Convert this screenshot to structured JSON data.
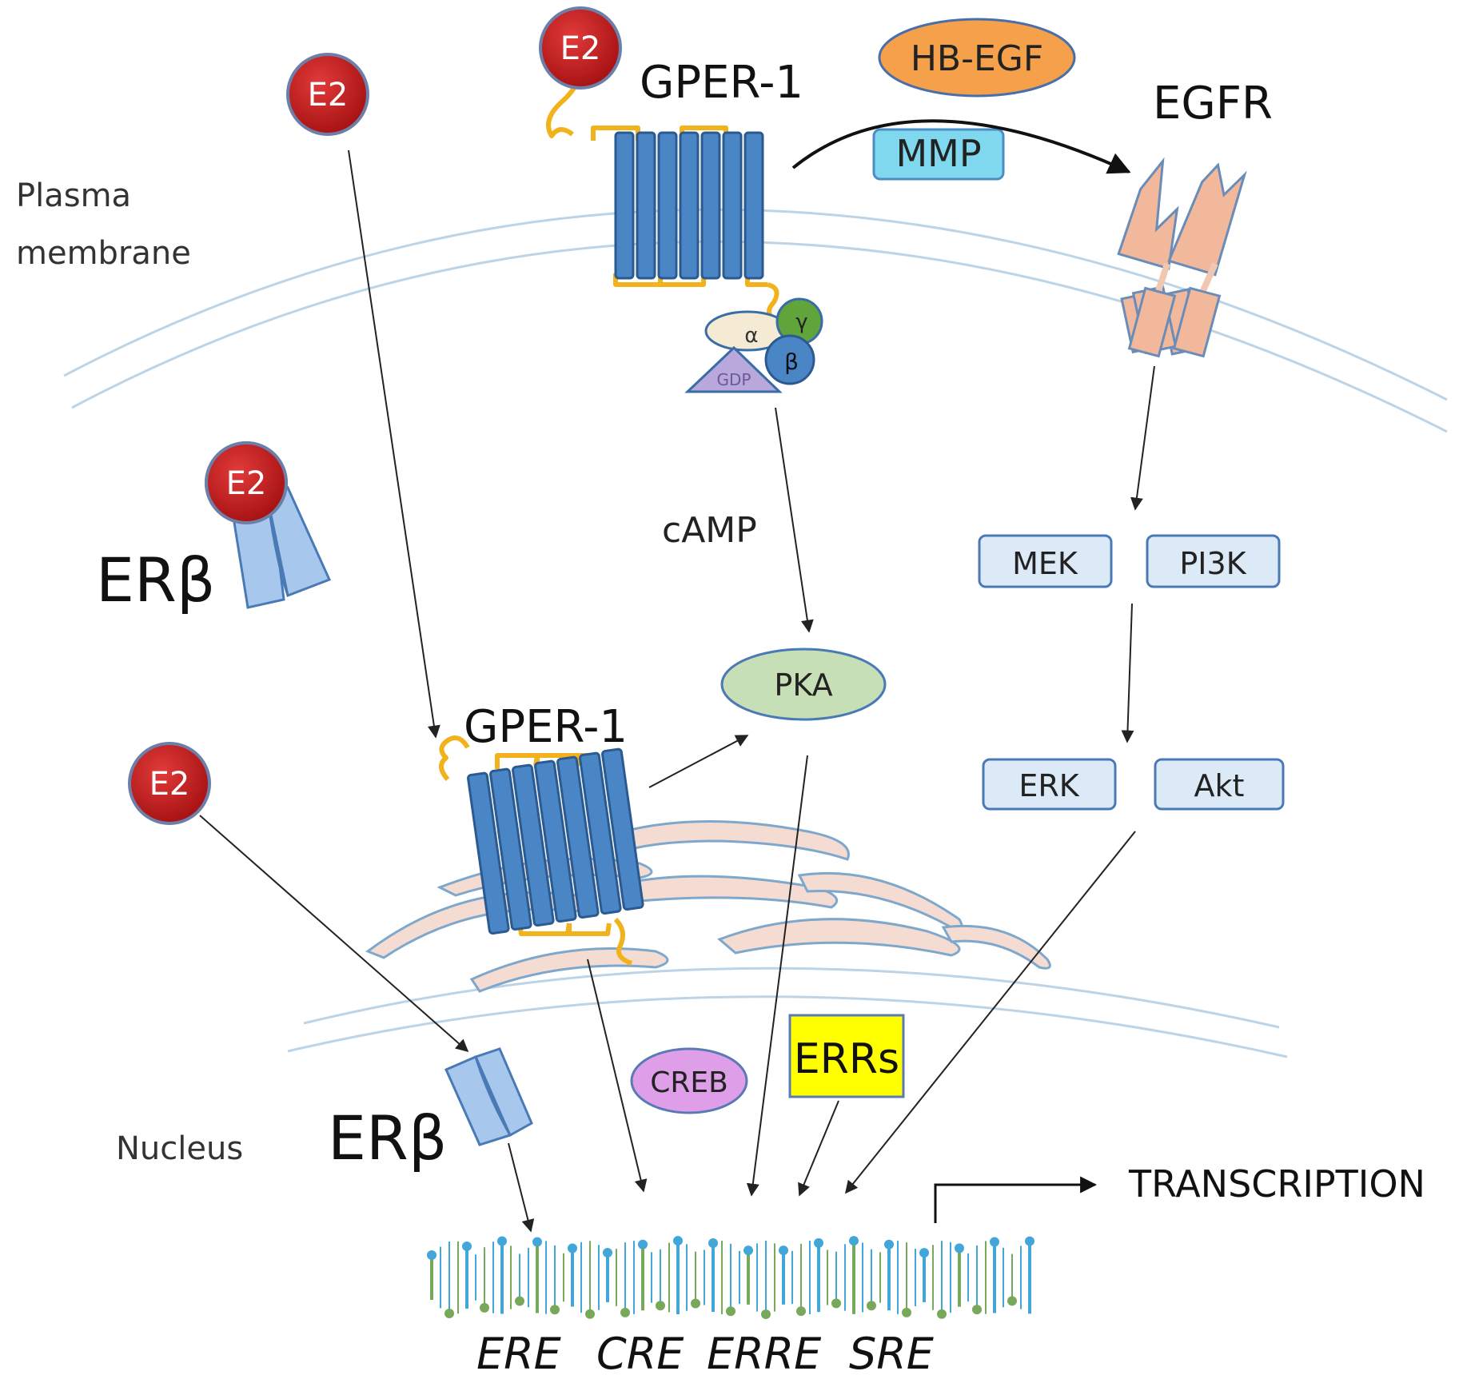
{
  "membrane": {
    "plasma_line1": "Plasma",
    "plasma_line2": "membrane",
    "nucleus": "Nucleus"
  },
  "ligand": {
    "label": "E2"
  },
  "receptors": {
    "gper_top": "GPER-1",
    "gper_mid": "GPER-1",
    "egfr": "EGFR",
    "erb_cyto": "ERβ",
    "erb_nuc": "ERβ"
  },
  "gprotein": {
    "alpha": "α",
    "beta": "β",
    "gamma": "γ",
    "gdp": "GDP"
  },
  "molecules": {
    "hbegf": "HB-EGF",
    "mmp": "MMP",
    "camp": "cAMP",
    "pka": "PKA",
    "mek": "MEK",
    "pi3k": "PI3K",
    "erk": "ERK",
    "akt": "Akt",
    "creb": "CREB",
    "errs": "ERRs"
  },
  "elements": {
    "ere": "ERE",
    "cre": "CRE",
    "erre": "ERRE",
    "sre": "SRE"
  },
  "output": {
    "transcription": "TRANSCRIPTION"
  },
  "colors": {
    "e2_fill": "#c41d1d",
    "receptor_blue": "#4a86c6",
    "receptor_stroke": "#2a5a8f",
    "loop_yellow": "#f2b21b",
    "membrane": "#bcd4e6",
    "hbegf": "#f5a04a",
    "mmp": "#7fd8ee",
    "pka": "#c7dfb6",
    "kinase_box": "#dce9f7",
    "creb": "#df9ee8",
    "errs": "#ffff00",
    "egfr": "#f2b89b",
    "erb": "#a7c8ec",
    "er_membrane": "#f5dcd2",
    "dna_blue": "#42a7d8",
    "dna_green": "#78a95a"
  }
}
